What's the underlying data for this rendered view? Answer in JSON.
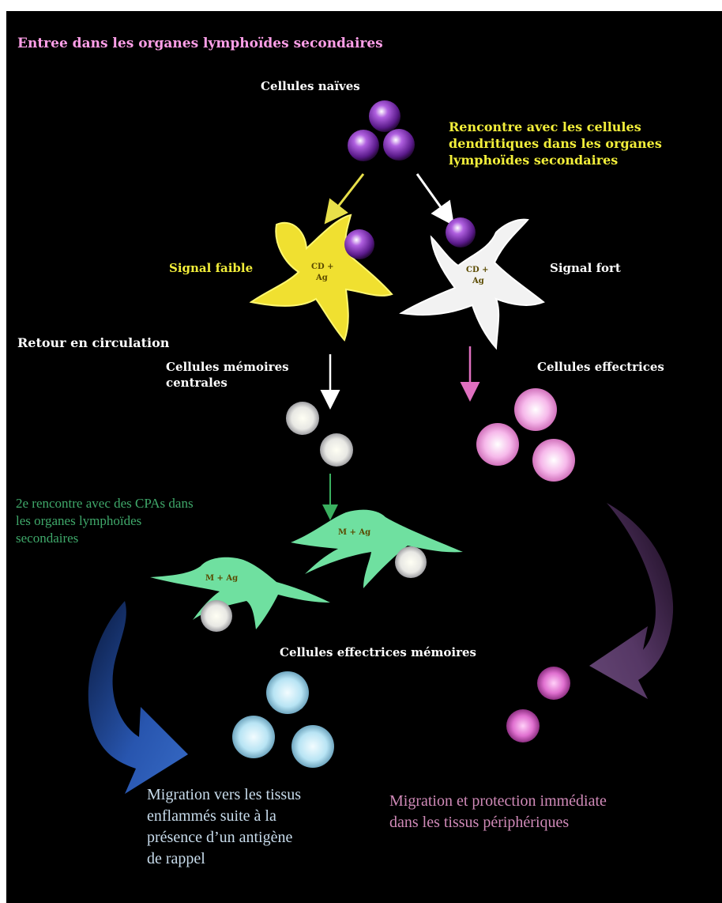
{
  "title": "Entree dans les organes lymphoïdes secondaires",
  "labels": {
    "naive": "Cellules naïves",
    "encounter_l1": "Rencontre avec les cellules",
    "encounter_l2": "dendritiques dans les organes",
    "encounter_l3": "lymphoïdes secondaires",
    "weak_signal": "Signal faible",
    "strong_signal": "Signal fort",
    "cd_l1": "CD +",
    "cd_l2": "Ag",
    "return_circ": "Retour en circulation",
    "memory_l1": "Cellules mémoires",
    "memory_l2": "centrales",
    "effector": "Cellules effectrices",
    "second_l1": "2e rencontre avec des CPAs dans",
    "second_l2": "les organes lymphoïdes",
    "second_l3": "secondaires",
    "mag": "M + Ag",
    "effector_memory": "Cellules effectrices mémoires",
    "mig_left_l1": "Migration vers les tissus",
    "mig_left_l2": "enflammés suite à la",
    "mig_left_l3": "présence d’un antigène",
    "mig_left_l4": "de rappel",
    "mig_right_l1": "Migration et protection immédiate",
    "mig_right_l2": "dans les tissus périphériques"
  },
  "colors": {
    "title": "#ff9fe8",
    "white_text": "#ffffff",
    "yellow_text": "#f2ee3a",
    "green_text": "#3fa86a",
    "light_blue_text": "#c8dcec",
    "pink_text": "#d08ab8",
    "naive_cell": "#7a2fa8",
    "weak_dc": "#f0e030",
    "strong_dc": "#f0f0f0",
    "memory_cell": "#e8e8ec",
    "effector_cell": "#f4a8e0",
    "apc": "#6fe0a0",
    "em_cell": "#b8e4f4",
    "em_pink_cell": "#e070d0",
    "blue_arrow": "#2a5ab8",
    "purple_arrow": "#5a3a6a"
  }
}
